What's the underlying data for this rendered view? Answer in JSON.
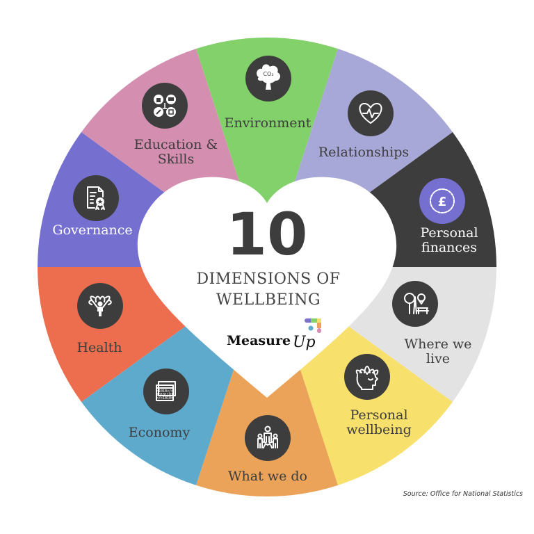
{
  "title": {
    "number": "10",
    "line1": "DIMENSIONS OF",
    "line2": "WELLBEING"
  },
  "brand": {
    "name": "Measure",
    "suffix": "Up",
    "colors": [
      "#7b6fd0",
      "#82d16a",
      "#f0e36b",
      "#5eaacd",
      "#eba35a",
      "#d48eb0"
    ]
  },
  "source": "Source: Office for National Statistics",
  "segments": [
    {
      "label": [
        "Environment"
      ],
      "color": "#82d16a",
      "icon": "tree-co2-icon"
    },
    {
      "label": [
        "Relationships"
      ],
      "color": "#a8a8d8",
      "icon": "heart-pulse-icon"
    },
    {
      "label": [
        "Personal",
        "finances"
      ],
      "color": "#3d3d3d",
      "icon": "pound-coin-icon"
    },
    {
      "label": [
        "Where we",
        "live"
      ],
      "color": "#e3e3e3",
      "icon": "park-location-icon"
    },
    {
      "label": [
        "Personal",
        "wellbeing"
      ],
      "color": "#f8e06c",
      "icon": "mind-lotus-icon"
    },
    {
      "label": [
        "What we do"
      ],
      "color": "#eba35a",
      "icon": "people-activity-icon"
    },
    {
      "label": [
        "Economy"
      ],
      "color": "#5eaacd",
      "icon": "code-windows-icon"
    },
    {
      "label": [
        "Health"
      ],
      "color": "#ec6e4f",
      "icon": "lotus-person-icon"
    },
    {
      "label": [
        "Governance"
      ],
      "color": "#7570d0",
      "icon": "certificate-document-icon"
    },
    {
      "label": [
        "Education &",
        "Skills"
      ],
      "color": "#d48eb0",
      "icon": "skills-icon"
    }
  ],
  "icon_circle_color": "#3d3d3d",
  "finance_icon_circle_color": "#7570d0"
}
